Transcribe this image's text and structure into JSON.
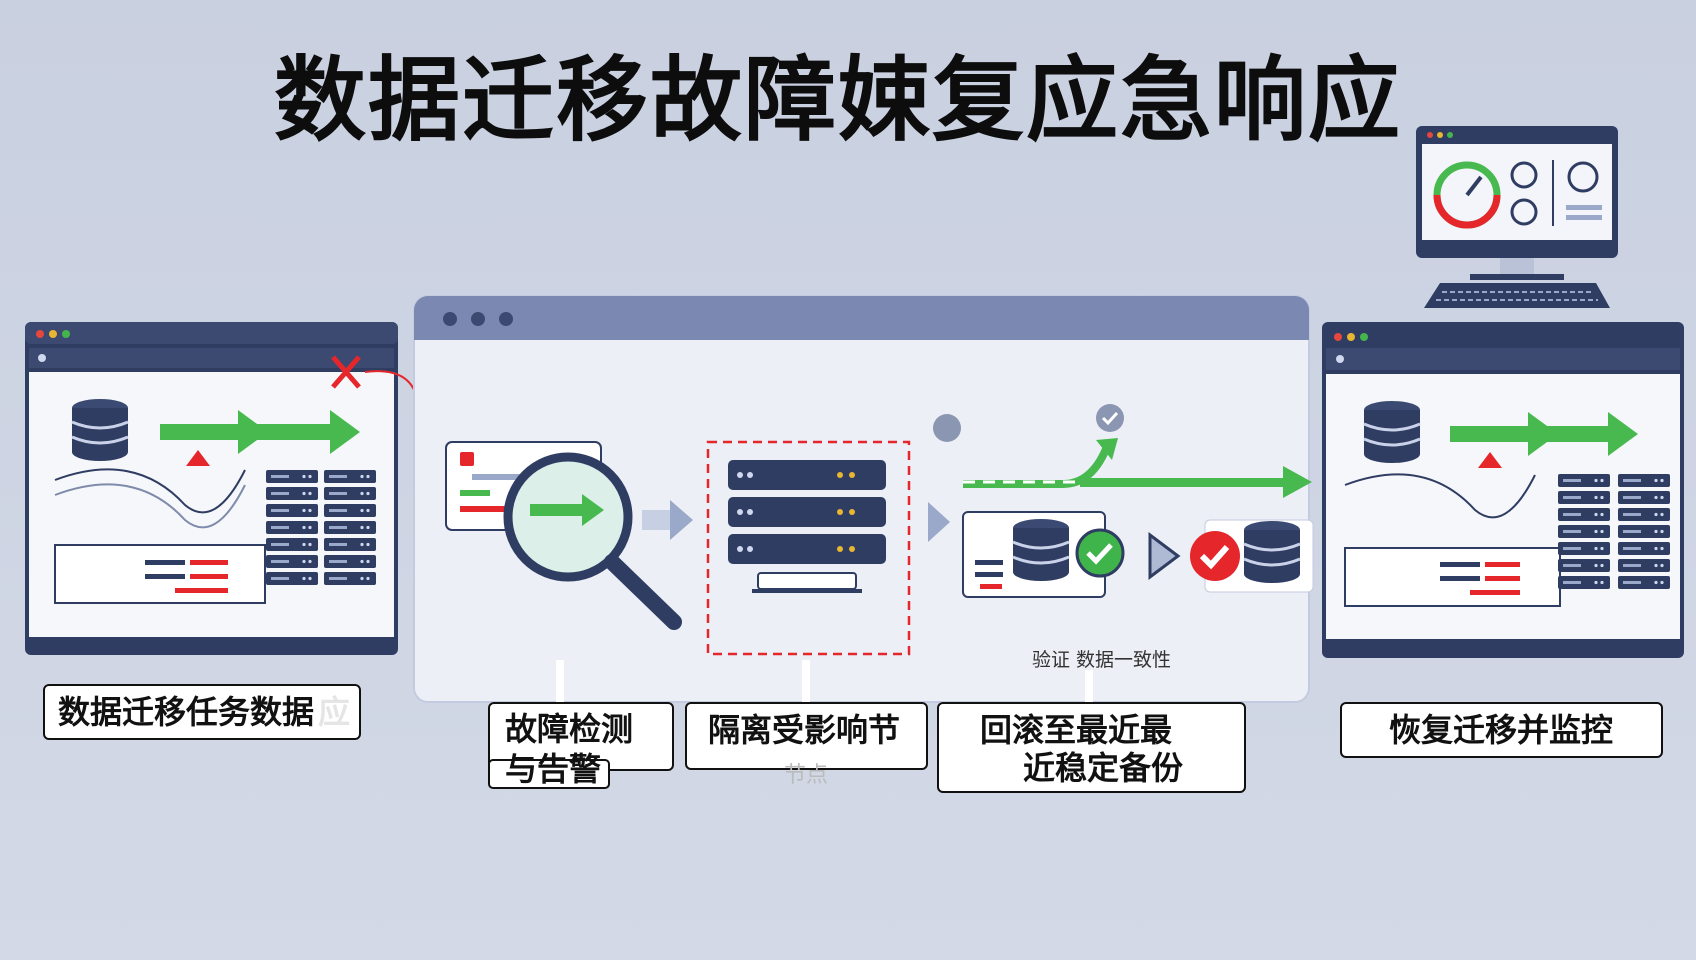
{
  "title": "数据迁移故障娕复应急响应",
  "steps": [
    {
      "label": "数据迁移任务数据",
      "ghost": "应"
    },
    {
      "line1": "故障检测",
      "line2": "与告警"
    },
    {
      "label": "隔离受影响节",
      "ghost": "节点"
    },
    {
      "line1": "回滚至最近最",
      "line2": "近稳定备份"
    },
    {
      "label": "恢复迁移并监控"
    }
  ],
  "annotation": "验证 数据一致性",
  "colors": {
    "background": "#cdd4e3",
    "window_bar": "#3c4a72",
    "flow_green": "#3fb44a",
    "alert_red": "#e5262b",
    "server_navy": "#2f3d63"
  },
  "icons": [
    "database-icon",
    "server-rack-icon",
    "magnifier-icon",
    "check-icon",
    "error-x-icon",
    "monitor-dashboard-icon",
    "keyboard-icon",
    "arrow-icon"
  ]
}
